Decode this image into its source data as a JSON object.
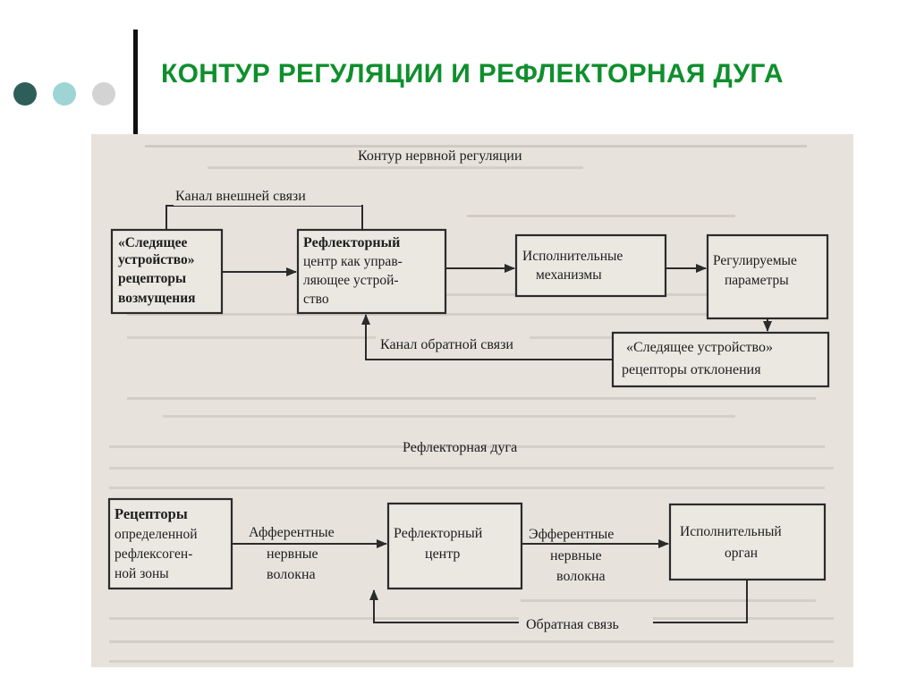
{
  "slide": {
    "title": "КОНТУР РЕГУЛЯЦИИ И РЕФЛЕКТОРНАЯ ДУГА"
  },
  "diagram_top": {
    "heading": "Контур нервной регуляции",
    "external_channel": "Канал внешней связи",
    "tracking_device": [
      "«Следящее",
      "устройство»",
      "рецепторы",
      "возмущения"
    ],
    "reflex_center": [
      "Рефлекторный",
      "центр как управ-",
      "ляющее устрой-",
      "ство"
    ],
    "executive_mechanisms": [
      "Исполнительные",
      "механизмы"
    ],
    "regulated_params": [
      "Регулируемые",
      "параметры"
    ],
    "feedback_channel": "Канал обратной связи",
    "tracking_deviation": [
      "«Следящее устройство»",
      "рецепторы отклонения"
    ]
  },
  "diagram_bottom": {
    "heading": "Рефлекторная дуга",
    "receptors": [
      "Рецепторы",
      "определенной",
      "рефлексоген-",
      "ной зоны"
    ],
    "afferent": [
      "Афферентные",
      "нервные",
      "волокна"
    ],
    "reflex_center": [
      "Рефлекторный",
      "центр"
    ],
    "efferent": [
      "Эфферентные",
      "нервные",
      "волокна"
    ],
    "executive_organ": [
      "Исполнительный",
      "орган"
    ],
    "feedback": "Обратная связь"
  },
  "colors": {
    "title": "#0f8f2d",
    "dot_dark": "#2e5e5a",
    "dot_light": "#9fd4d4",
    "dot_gray": "#d3d3d3",
    "paper": "#e7e3dc"
  }
}
